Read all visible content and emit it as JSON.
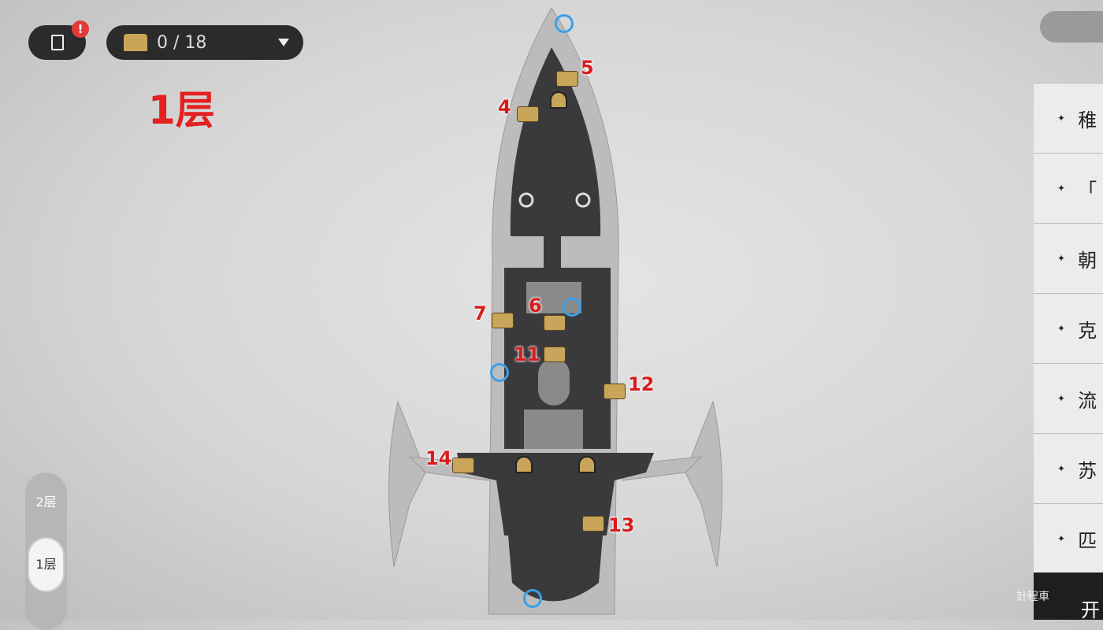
{
  "hud": {
    "tasks_badge": "!",
    "chest_count": "0 / 18",
    "floor_title": "1层"
  },
  "floors": [
    {
      "label": "2层",
      "selected": false
    },
    {
      "label": "1层",
      "selected": true
    }
  ],
  "chests": [
    {
      "number": "5"
    },
    {
      "number": "4"
    },
    {
      "number": "7"
    },
    {
      "number": "6"
    },
    {
      "number": "11"
    },
    {
      "number": "12"
    },
    {
      "number": "14"
    },
    {
      "number": "13"
    }
  ],
  "panel": {
    "items": [
      "稚",
      "「",
      "朝",
      "克",
      "流",
      "苏",
      "匹"
    ],
    "action": "开",
    "watermark": "計程車"
  },
  "colors": {
    "accent": "#e42020",
    "chest": "#c9a55a",
    "teleport": "#3aa0e8"
  }
}
